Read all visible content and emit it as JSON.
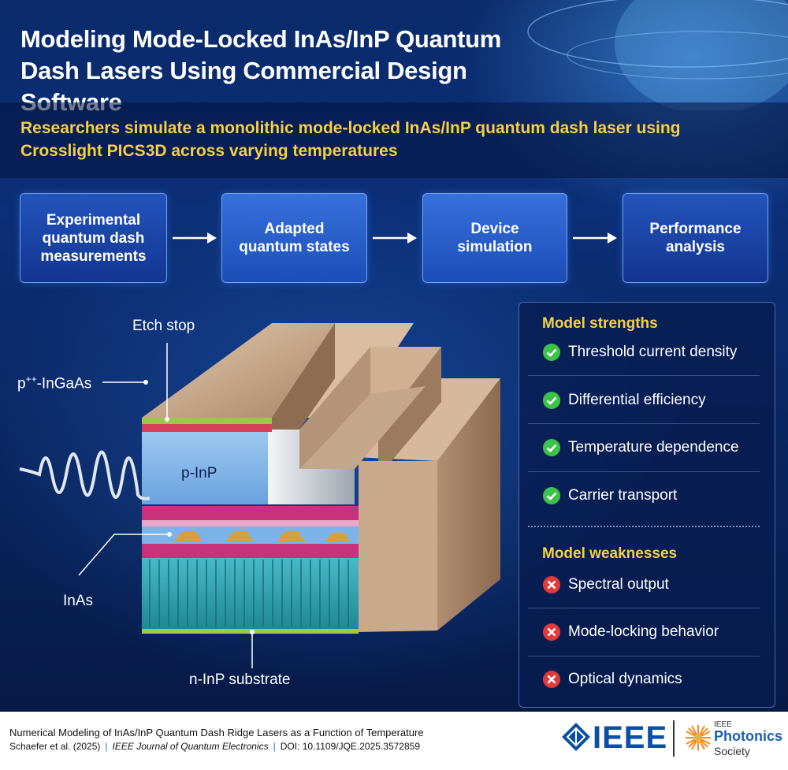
{
  "title": {
    "line1": "Modeling Mode-Locked InAs/InP Quantum",
    "line2": "Dash Lasers Using Commercial Design Software"
  },
  "subtitle": {
    "line1": "Researchers simulate a monolithic mode-locked InAs/InP quantum dash laser using",
    "line2": "Crosslight PICS3D across varying temperatures"
  },
  "flow": {
    "steps": [
      {
        "line1": "Experimental",
        "line2": "quantum dash",
        "line3": "measurements"
      },
      {
        "line1": "Adapted",
        "line2": "quantum states"
      },
      {
        "line1": "Device",
        "line2": "simulation"
      },
      {
        "line1": "Performance",
        "line2": "analysis"
      }
    ]
  },
  "diagram": {
    "etch_stop": "Etch stop",
    "p_ingaas_base": "p",
    "p_ingaas_sup": "++",
    "p_ingaas_rest": "-InGaAs",
    "p_inp": "p-InP",
    "inas": "InAs",
    "n_inp": "n-InP substrate"
  },
  "strengths": {
    "heading": "Model strengths",
    "items": [
      "Threshold current density",
      "Differential efficiency",
      "Temperature dependence",
      "Carrier transport"
    ]
  },
  "weaknesses": {
    "heading": "Model weaknesses",
    "items": [
      "Spectral output",
      "Mode-locking behavior",
      "Optical dynamics"
    ]
  },
  "reference": {
    "title": "Numerical Modeling of InAs/InP Quantum Dash Ridge Lasers as a Function of Temperature",
    "authors": "Schaefer et al. (2025)",
    "journal": "IEEE Journal of Quantum Electronics",
    "doi": "DOI: 10.1109/JQE.2025.3572859"
  },
  "logos": {
    "ieee": "IEEE",
    "ps_small": "IEEE",
    "ps_big": "Photonics",
    "ps_society": "Society"
  },
  "colors": {
    "title": "#ffffff",
    "subtitle": "#f5cf48",
    "check": "#3ec24a",
    "cross": "#e03a3a",
    "ieee_blue": "#0a4fa3"
  }
}
